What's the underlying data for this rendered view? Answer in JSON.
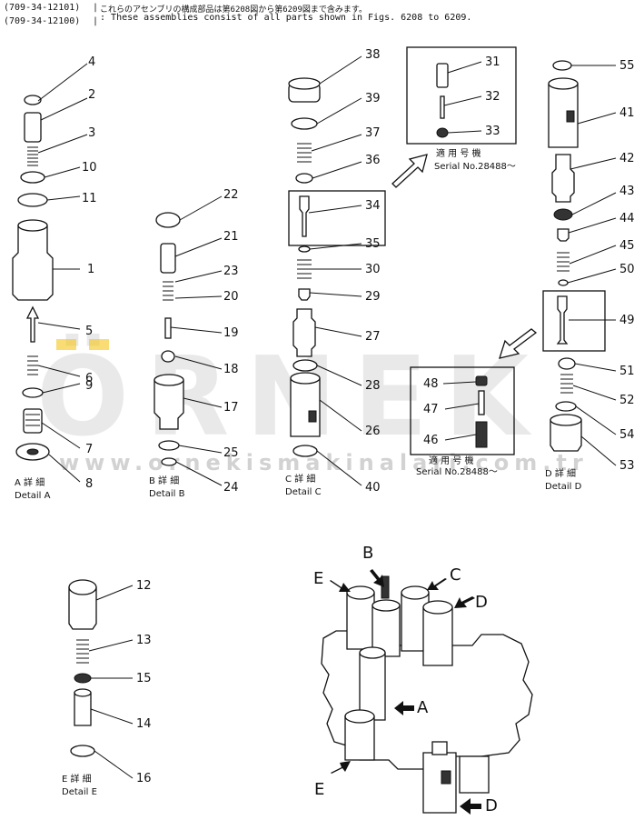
{
  "header": {
    "part_no_1": "(709-34-12101)",
    "part_no_2": "(709-34-12100)",
    "note_jp": "これらのアセンブリの構成部品は第6208図から第6209図まで含みます。",
    "note_en": "These assemblies consist of all parts shown in Figs. 6208 to 6209."
  },
  "watermark": {
    "text": "ÖRNEK",
    "url": "www.ornekismakinalari.com.tr",
    "accent_color": "#f5c518"
  },
  "details": {
    "A": {
      "caption_jp": "A 詳 細",
      "caption_en": "Detail A"
    },
    "B": {
      "caption_jp": "B 詳 細",
      "caption_en": "Detail B"
    },
    "C": {
      "caption_jp": "C 詳 細",
      "caption_en": "Detail C"
    },
    "D": {
      "caption_jp": "D 詳 細",
      "caption_en": "Detail D"
    },
    "E": {
      "caption_jp": "E 詳 細",
      "caption_en": "Detail E"
    }
  },
  "serial_boxes": {
    "upper": {
      "label_jp": "適 用 号 機",
      "serial": "Serial No.28488～"
    },
    "lower": {
      "label_jp": "適 用 号 機",
      "serial": "Serial No.28488～"
    }
  },
  "assembly_letters": {
    "B": "B",
    "C": "C",
    "D_top": "D",
    "E_top": "E",
    "A": "A",
    "E_bottom": "E",
    "D_bottom": "D"
  },
  "callouts": {
    "n1": "1",
    "n2": "2",
    "n3": "3",
    "n4": "4",
    "n5": "5",
    "n6": "6",
    "n7": "7",
    "n8": "8",
    "n9": "9",
    "n10": "10",
    "n11": "11",
    "n12": "12",
    "n13": "13",
    "n14": "14",
    "n15": "15",
    "n16": "16",
    "n17": "17",
    "n18": "18",
    "n19": "19",
    "n20": "20",
    "n21": "21",
    "n22": "22",
    "n23": "23",
    "n24": "24",
    "n25": "25",
    "n26": "26",
    "n27": "27",
    "n28": "28",
    "n29": "29",
    "n30": "30",
    "n31": "31",
    "n32": "32",
    "n33": "33",
    "n34": "34",
    "n35": "35",
    "n36": "36",
    "n37": "37",
    "n38": "38",
    "n39": "39",
    "n40": "40",
    "n41": "41",
    "n42": "42",
    "n43": "43",
    "n44": "44",
    "n45": "45",
    "n46": "46",
    "n47": "47",
    "n48": "48",
    "n49": "49",
    "n50": "50",
    "n51": "51",
    "n52": "52",
    "n53": "53",
    "n54": "54",
    "n55": "55"
  }
}
